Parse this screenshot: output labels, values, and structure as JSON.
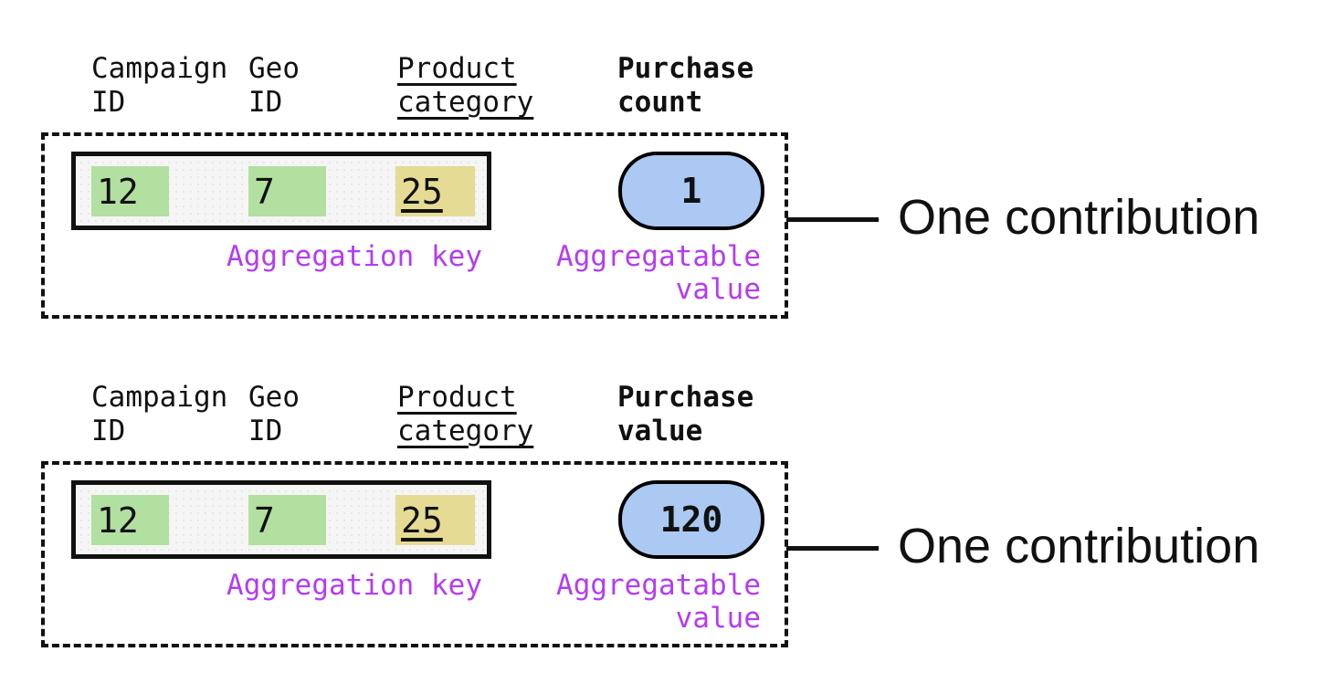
{
  "colors": {
    "key_highlight_green": "#b2e0a0",
    "category_highlight_yellow": "#e5db94",
    "value_pill_blue": "#abc9f2",
    "annotation_purple": "#b43bf2",
    "ink": "#111111"
  },
  "sections": [
    {
      "headers": [
        {
          "line1": "Campaign",
          "line2": "ID"
        },
        {
          "line1": "Geo",
          "line2": "ID"
        },
        {
          "line1": "Product",
          "line2": "category"
        },
        {
          "line1": "Purchase",
          "line2": "count"
        }
      ],
      "key_cells": [
        {
          "value": "12"
        },
        {
          "value": "7"
        },
        {
          "value": "25"
        }
      ],
      "aggregatable_value": "1",
      "aggregation_key_label": "Aggregation key",
      "aggregatable_value_label": "Aggregatable\nvalue",
      "callout": "One contribution"
    },
    {
      "headers": [
        {
          "line1": "Campaign",
          "line2": "ID"
        },
        {
          "line1": "Geo",
          "line2": "ID"
        },
        {
          "line1": "Product",
          "line2": "category"
        },
        {
          "line1": "Purchase",
          "line2": "value"
        }
      ],
      "key_cells": [
        {
          "value": "12"
        },
        {
          "value": "7"
        },
        {
          "value": "25"
        }
      ],
      "aggregatable_value": "120",
      "aggregation_key_label": "Aggregation key",
      "aggregatable_value_label": "Aggregatable\nvalue",
      "callout": "One contribution"
    }
  ]
}
